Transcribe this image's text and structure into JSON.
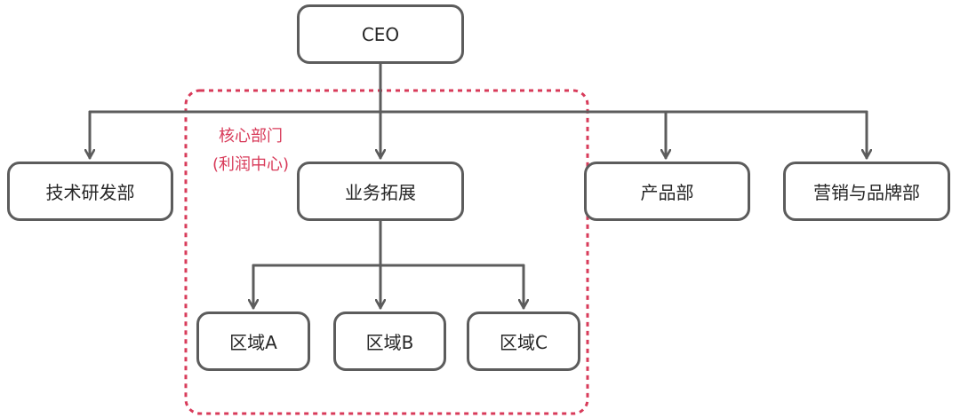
{
  "nodes": {
    "ceo": "CEO",
    "rd": "技术研发部",
    "business": "业务拓展",
    "product": "产品部",
    "marketing": "营销与品牌部",
    "region_a": "区域A",
    "region_b": "区域B",
    "region_c": "区域C"
  },
  "core_group": {
    "title": "核心部门",
    "subtitle": "(利润中心)",
    "border_color": "#d83b5a"
  },
  "colors": {
    "connector": "#5c5c5c",
    "node_border": "#5c5c5c",
    "text": "#262626"
  }
}
